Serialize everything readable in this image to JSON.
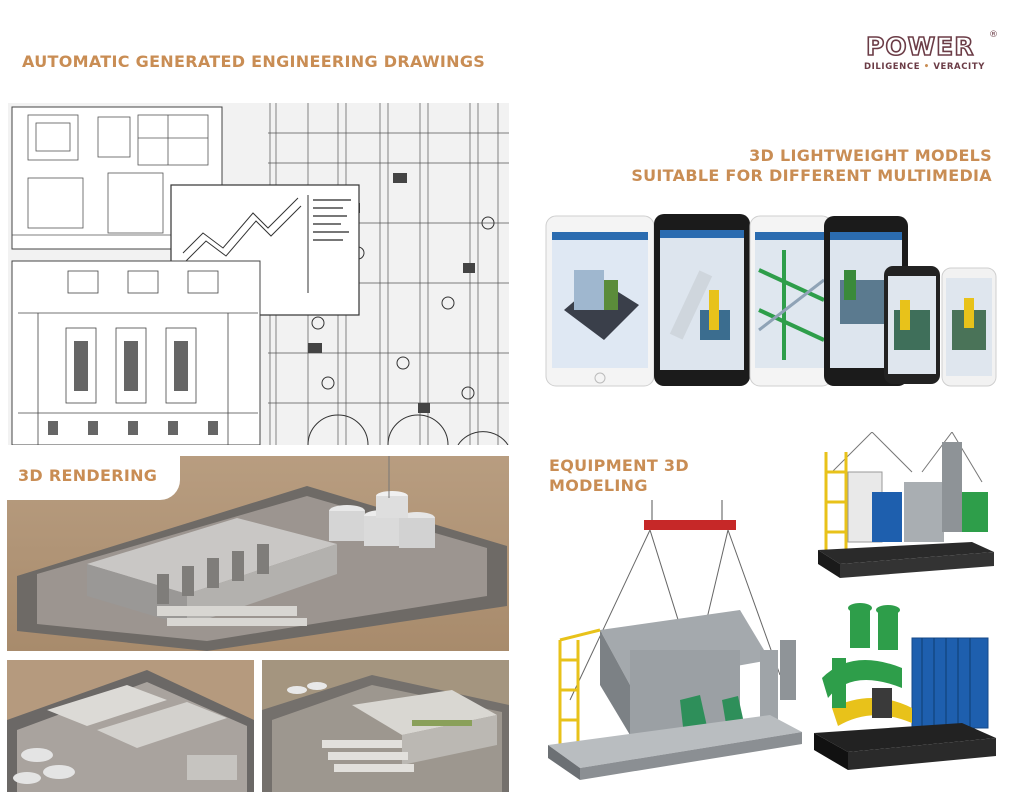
{
  "logo": {
    "word": "POWER",
    "reg": "®",
    "tagline_left": "DILIGENCE",
    "tagline_sep": "•",
    "tagline_right": "VERACITY"
  },
  "sections": {
    "drawings_title": "AUTOMATIC GENERATED ENGINEERING DRAWINGS",
    "lightweight_line1": "3D LIGHTWEIGHT MODELS",
    "lightweight_line2": "SUITABLE FOR DIFFERENT MULTIMEDIA",
    "rendering_title": "3D RENDERING",
    "equipment_line1": "EQUIPMENT 3D",
    "equipment_line2": "MODELING"
  },
  "colors": {
    "accent": "#c98d54",
    "brand": "#6b3c46",
    "frame_red": "#c62828",
    "pipe_green": "#2e9e4a",
    "pipe_blue": "#1e5fae",
    "rail_yellow": "#e8c21a"
  }
}
